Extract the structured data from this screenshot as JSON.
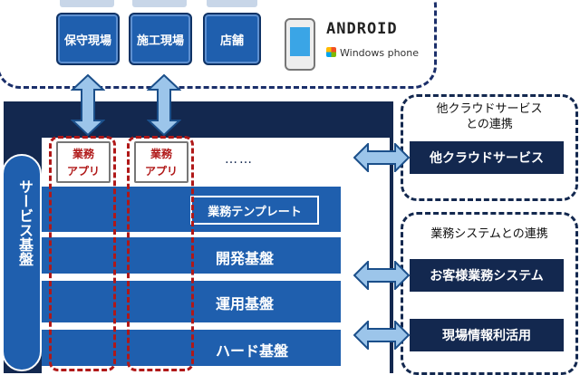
{
  "clients": {
    "sites": [
      {
        "label": "保守現場"
      },
      {
        "label": "施工現場"
      },
      {
        "label": "店舗"
      }
    ],
    "android_logo": "ANDROID",
    "windows_phone": "Windows phone"
  },
  "platform": {
    "side_label": "サービス基盤",
    "apps": [
      {
        "label_line1": "業務",
        "label_line2": "アプリ"
      },
      {
        "label_line1": "業務",
        "label_line2": "アプリ"
      }
    ],
    "more": "……",
    "template": "業務テンプレート",
    "layers": [
      {
        "label": "開発基盤"
      },
      {
        "label": "運用基盤"
      },
      {
        "label": "ハード基盤"
      }
    ]
  },
  "right": {
    "cloud_group_title_line1": "他クラウドサービス",
    "cloud_group_title_line2": "との連携",
    "cloud_box": "他クラウドサービス",
    "biz_group_title": "業務システムとの連携",
    "biz_boxes": [
      {
        "label": "お客様業務システム"
      },
      {
        "label": "現場情報利活用"
      }
    ]
  },
  "colors": {
    "navy": "#13284f",
    "blue": "#1f5fae",
    "red_dash": "#b01818"
  }
}
